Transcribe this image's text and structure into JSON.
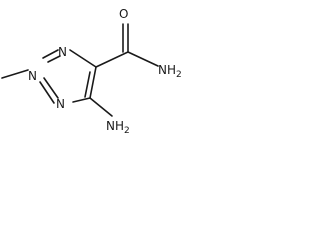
{
  "structure": {
    "atoms": {
      "ring_n1": "N",
      "ring_n2": "N",
      "ring_n3": "N",
      "carbonyl_o": "O",
      "amide_n": "NH",
      "amide_h": "2",
      "amine_n": "NH",
      "amine_h": "2"
    }
  }
}
